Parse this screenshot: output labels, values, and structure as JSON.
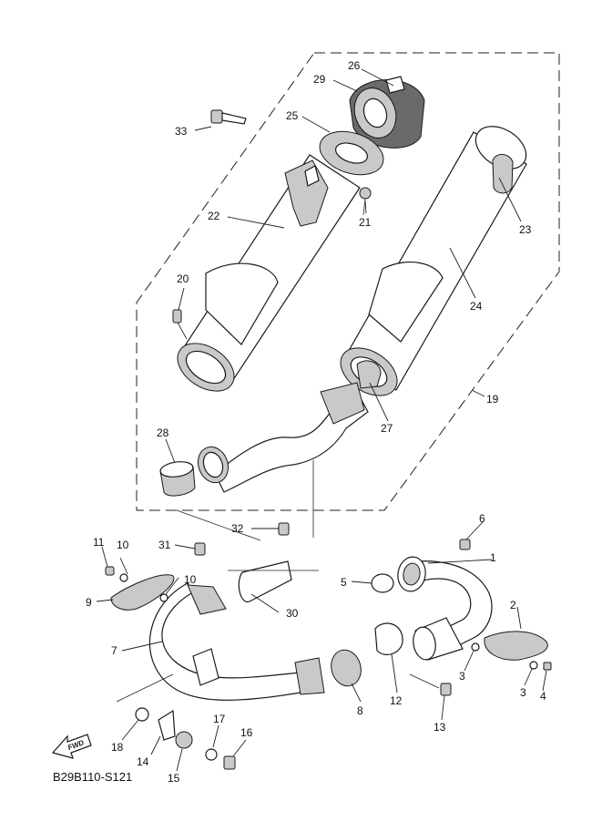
{
  "diagram_code": "B29B110-S121",
  "fwd_label": "FWD",
  "callouts": {
    "c1": "1",
    "c2": "2",
    "c3a": "3",
    "c3b": "3",
    "c4": "4",
    "c5": "5",
    "c6": "6",
    "c7": "7",
    "c8": "8",
    "c9": "9",
    "c10a": "10",
    "c10b": "10",
    "c11": "11",
    "c12": "12",
    "c13": "13",
    "c14": "14",
    "c15": "15",
    "c16": "16",
    "c17": "17",
    "c18": "18",
    "c19": "19",
    "c20": "20",
    "c21": "21",
    "c22": "22",
    "c23": "23",
    "c24": "24",
    "c25": "25",
    "c26": "26",
    "c27": "27",
    "c28": "28",
    "c29": "29",
    "c30": "30",
    "c31": "31",
    "c32": "32",
    "c33": "33"
  }
}
